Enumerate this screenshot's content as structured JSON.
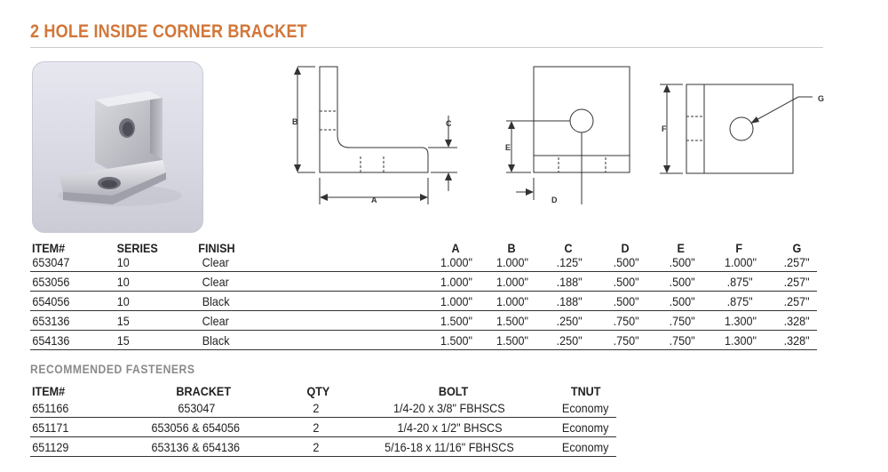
{
  "title": "2 HOLE INSIDE CORNER BRACKET",
  "dimension_labels": {
    "a": "A",
    "b": "B",
    "c": "C",
    "d": "D",
    "e": "E",
    "f": "F",
    "g": "G"
  },
  "brackets": {
    "headers": {
      "item": "ITEM#",
      "series": "SERIES",
      "finish": "FINISH",
      "a": "A",
      "b": "B",
      "c": "C",
      "d": "D",
      "e": "E",
      "f": "F",
      "g": "G"
    },
    "rows": [
      {
        "item": "653047",
        "series": "10",
        "finish": "Clear",
        "a": "1.000\"",
        "b": "1.000\"",
        "c": ".125\"",
        "d": ".500\"",
        "e": ".500\"",
        "f": "1.000\"",
        "g": ".257\""
      },
      {
        "item": "653056",
        "series": "10",
        "finish": "Clear",
        "a": "1.000\"",
        "b": "1.000\"",
        "c": ".188\"",
        "d": ".500\"",
        "e": ".500\"",
        "f": ".875\"",
        "g": ".257\""
      },
      {
        "item": "654056",
        "series": "10",
        "finish": "Black",
        "a": "1.000\"",
        "b": "1.000\"",
        "c": ".188\"",
        "d": ".500\"",
        "e": ".500\"",
        "f": ".875\"",
        "g": ".257\""
      },
      {
        "item": "653136",
        "series": "15",
        "finish": "Clear",
        "a": "1.500\"",
        "b": "1.500\"",
        "c": ".250\"",
        "d": ".750\"",
        "e": ".750\"",
        "f": "1.300\"",
        "g": ".328\""
      },
      {
        "item": "654136",
        "series": "15",
        "finish": "Black",
        "a": "1.500\"",
        "b": "1.500\"",
        "c": ".250\"",
        "d": ".750\"",
        "e": ".750\"",
        "f": "1.300\"",
        "g": ".328\""
      }
    ]
  },
  "fasteners": {
    "title": "RECOMMENDED FASTENERS",
    "headers": {
      "item": "ITEM#",
      "bracket": "BRACKET",
      "qty": "QTY",
      "bolt": "BOLT",
      "tnut": "TNUT"
    },
    "rows": [
      {
        "item": "651166",
        "bracket": "653047",
        "qty": "2",
        "bolt": "1/4-20 x 3/8\" FBHSCS",
        "tnut": "Economy"
      },
      {
        "item": "651171",
        "bracket": "653056 & 654056",
        "qty": "2",
        "bolt": "1/4-20 x 1/2\" BHSCS",
        "tnut": "Economy"
      },
      {
        "item": "651129",
        "bracket": "653136 & 654136",
        "qty": "2",
        "bolt": "5/16-18 x 11/16\" FBHSCS",
        "tnut": "Economy"
      }
    ]
  }
}
